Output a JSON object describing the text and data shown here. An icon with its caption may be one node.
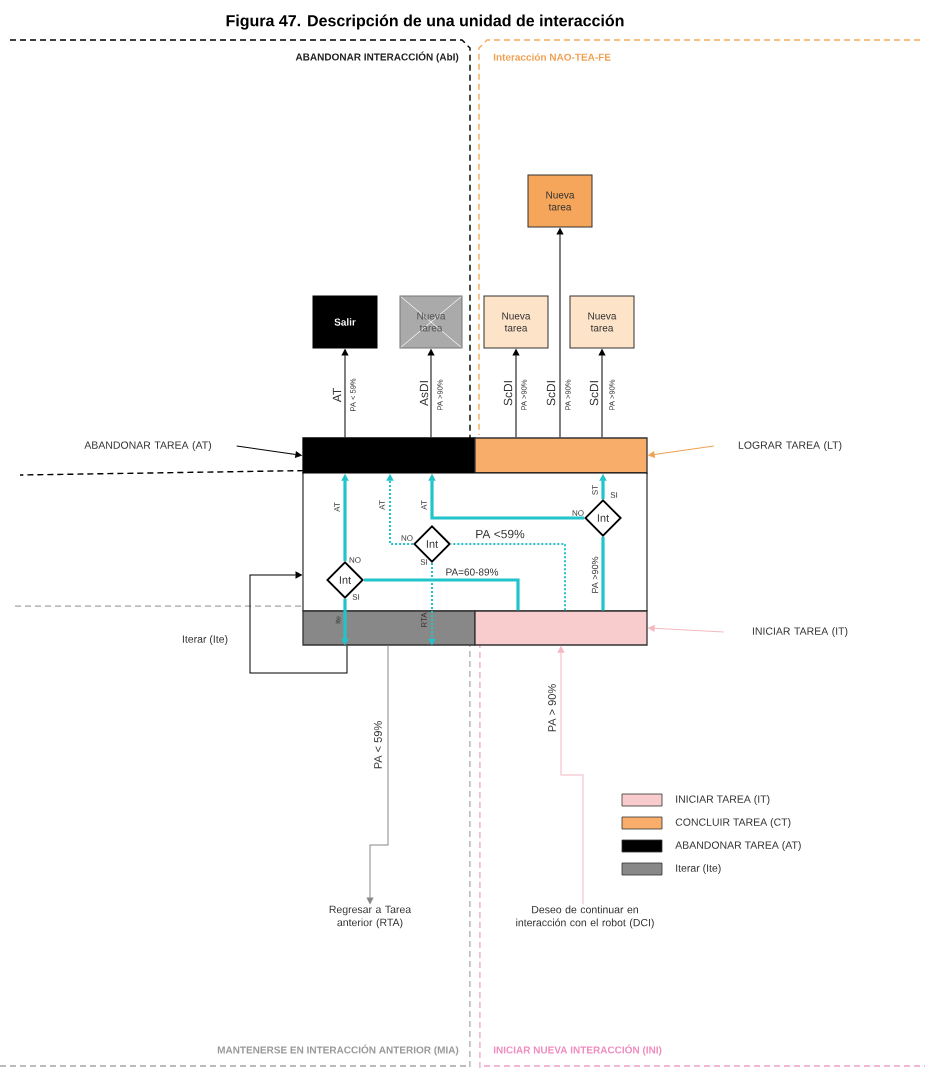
{
  "diagram": {
    "title": "Figura 47. Descripción de una unidad de interacción",
    "nodes": [
      {
        "text": [
          "Salir"
        ]
      },
      {
        "text": [
          "Nueva tarea"
        ]
      },
      {
        "text": [
          "Nueva tarea"
        ]
      },
      {
        "text": [
          "Nueva tarea"
        ]
      },
      {
        "text": [
          "Nueva tarea"
        ]
      },
      {
        "text": [
          "ABANDONAR TAREA (AT)"
        ]
      },
      {
        "text": [],
        "shape": "bar"
      },
      {
        "text": [],
        "shape": "bar"
      },
      {
        "text": [
          "LOGRAR TAREA (LT)"
        ]
      },
      {
        "text": [],
        "shape": "box"
      },
      {
        "text": [
          "Int"
        ],
        "in": 9
      },
      {
        "text": [
          "Int"
        ],
        "in": 9
      },
      {
        "text": [
          "Int"
        ],
        "in": 9
      },
      {
        "text": [],
        "shape": "bar"
      },
      {
        "text": [],
        "shape": "bar"
      },
      {
        "text": [
          "INICIAR TAREA (IT)"
        ]
      },
      {
        "text": [
          "Regresar a Tarea anterior (RTA)"
        ]
      },
      {
        "text": [
          "Deseo de continuar en interacción con el robot (DCI)"
        ]
      }
    ],
    "edges": [
      {
        "from": 6,
        "to": 0,
        "arrow": "to",
        "label": "AT",
        "color": "#000000"
      },
      {
        "from": 6,
        "to": 1,
        "arrow": "to",
        "label": "AsDI",
        "color": "#000000"
      },
      {
        "from": 7,
        "to": 3,
        "arrow": "to",
        "label": "ScDI",
        "color": "#000000"
      },
      {
        "from": 7,
        "to": 2,
        "arrow": "to",
        "label": "ScDI",
        "color": "#000000"
      },
      {
        "from": 7,
        "to": 4,
        "arrow": "to",
        "label": "ScDI",
        "color": "#000000"
      },
      {
        "from": 5,
        "to": 6,
        "arrow": "to",
        "color": "#000000"
      },
      {
        "from": 8,
        "to": 7,
        "arrow": "to",
        "color": "#f0a050"
      },
      {
        "from": 15,
        "to": 14,
        "arrow": "to",
        "color": "#f4b8c0"
      },
      {
        "from": 13,
        "to": 9,
        "arrow": "to",
        "label": "Iterar (Ite)",
        "color": "#000000"
      },
      {
        "from": 13,
        "to": 16,
        "arrow": "to",
        "label": "PA < 59%",
        "color": "#888888"
      },
      {
        "from": 17,
        "to": 14,
        "arrow": "to",
        "label": "PA > 90%",
        "color": "#f4b8c0"
      },
      {
        "from": 10,
        "to": 6,
        "arrow": "to",
        "label": "AT",
        "style": "thick",
        "color": "#22c4cc"
      },
      {
        "from": 10,
        "to": 13,
        "arrow": "to",
        "label": "Ite",
        "style": "thick",
        "color": "#22c4cc"
      },
      {
        "from": 14,
        "to": 10,
        "arrow": "none",
        "label": "PA=60-89%",
        "style": "thick",
        "color": "#22c4cc"
      },
      {
        "from": 11,
        "to": 6,
        "arrow": "to",
        "label": "AT",
        "style": "dashed",
        "color": "#22c4cc"
      },
      {
        "from": 11,
        "to": 13,
        "arrow": "to",
        "label": "RTA",
        "style": "dashed",
        "color": "#22c4cc"
      },
      {
        "from": 14,
        "to": 11,
        "arrow": "none",
        "label": "PA <59%",
        "style": "dashed",
        "color": "#22c4cc"
      },
      {
        "from": 12,
        "to": 6,
        "arrow": "to",
        "label": "AT",
        "style": "thick",
        "color": "#22c4cc"
      },
      {
        "from": 12,
        "to": 7,
        "arrow": "to",
        "label": "ST",
        "style": "thick",
        "color": "#22c4cc"
      },
      {
        "from": 14,
        "to": 12,
        "arrow": "none",
        "label": "PA >90%",
        "style": "thick",
        "color": "#22c4cc"
      }
    ],
    "labels": [
      "ABANDONAR INTERACCIÓN (AbI)",
      "Interacción NAO-TEA-FE",
      "PA < 59%",
      "PA >90%",
      "PA >90%",
      "PA >90%",
      "PA >90%",
      "SI",
      "NO",
      "NO",
      "NO",
      "SI",
      "SI",
      "MANTENERSE EN INTERACCIÓN ANTERIOR (MIA)",
      "INICIAR NUEVA INTERACCIÓN (INI)"
    ],
    "legend": [
      {
        "text": "INICIAR TAREA (IT)",
        "color": "#f8cccc"
      },
      {
        "text": "CONCLUIR TAREA (CT)",
        "color": "#f8ad6a"
      },
      {
        "text": "ABANDONAR TAREA (AT)",
        "color": "#000000"
      },
      {
        "text": "Iterar (Ite)",
        "color": "#888888"
      }
    ]
  }
}
